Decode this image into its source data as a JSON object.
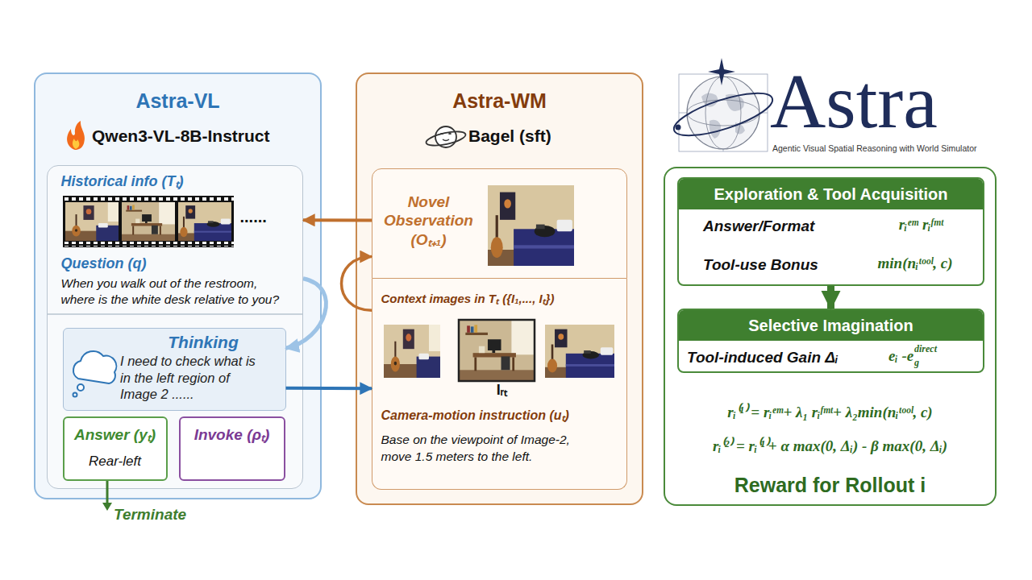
{
  "diagram": {
    "nodes": [
      {
        "text": [
          "Astra-VL",
          "Qwen3-VL-8B-Instruct"
        ]
      },
      {
        "text": [
          "Historical info (Tₜ)",
          "......",
          "Question (q)",
          "When you walk out of the restroom, where is the white desk relative to you?"
        ],
        "in": 0
      },
      {
        "text": [
          "Thinking",
          "I need to check what is in the left region of Image 2 ......"
        ],
        "in": 1
      },
      {
        "text": [
          "Answer (yₜ)",
          "Rear-left"
        ],
        "in": 1
      },
      {
        "text": [
          "Invoke (ρₜ)"
        ],
        "in": 1
      },
      {
        "text": [
          "Astra-WM",
          "Bagel (sft)"
        ]
      },
      {
        "text": [
          "Novel Observation (Oₜ₊₁)"
        ],
        "in": 5
      },
      {
        "text": [
          "Context images in Tₜ ({I₁,..., Iₜ})",
          "Iᵣₜ",
          "Camera-motion instruction (uₜ)",
          "Base on the viewpoint of Image-2, move 1.5 meters to the left."
        ],
        "in": 5
      },
      {
        "text": [
          "rᵢ⁽¹⁾ = rᵢᵉᵐ+ λ₁ rᵢᶠᵐᵗ+ λ₂min(nᵢᵗᵒᵒˡ, c)",
          "rᵢ⁽²⁾ = rᵢ⁽¹⁾+ α max(0, Δᵢ) - β max(0, Δᵢ)",
          "Reward for Rollout i"
        ]
      },
      {
        "text": [
          "Exploration & Tool Acquisition",
          "Answer/Format",
          "rᵢᵉᵐ rᵢᶠᵐᵗ",
          "Tool-use Bonus",
          "min(nᵢᵗᵒᵒˡ, c)"
        ],
        "in": 8
      },
      {
        "text": [
          "Selective Imagination",
          "Tool-induced Gain Δᵢ",
          "eᵢ -e",
          "g",
          "direct"
        ],
        "in": 8
      }
    ],
    "edges": [
      {
        "from": 6,
        "to": 1,
        "arrow": "to"
      },
      {
        "from": 7,
        "to": 6,
        "arrow": "to"
      },
      {
        "from": 1,
        "to": 2,
        "arrow": "to"
      },
      {
        "from": 2,
        "to": 7,
        "arrow": "to"
      },
      {
        "from": 9,
        "to": 10,
        "arrow": "to"
      }
    ],
    "labels": [
      "Astra",
      "Agentic Visual Spatial Reasoning with World Simulator",
      "Terminate"
    ]
  }
}
